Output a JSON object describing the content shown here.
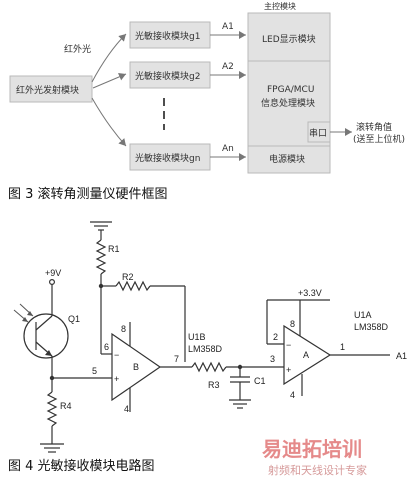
{
  "figure3": {
    "top_label": "主控模块",
    "ir_label": "红外光",
    "emitter": "红外光发射模块",
    "receiver_1": "光敏接收模块g1",
    "receiver_2": "光敏接收模块g2",
    "receiver_n": "光敏接收模块gn",
    "signal_1": "A1",
    "signal_2": "A2",
    "signal_n": "An",
    "led": "LED显示模块",
    "fpga_line1": "FPGA/MCU",
    "fpga_line2": "信息处理模块",
    "serial": "串口",
    "power": "电源模块",
    "output_line1": "滚转角值",
    "output_line2": "(送至上位机)",
    "caption": "图 3 滚转角测量仪硬件框图"
  },
  "figure4": {
    "vcc": "+9V",
    "q1": "Q1",
    "r1": "R1",
    "r2": "R2",
    "r3": "R3",
    "r4": "R4",
    "c1": "C1",
    "u1b": "U1B",
    "u1b_part": "LM358D",
    "u1a": "U1A",
    "u1a_part": "LM358D",
    "supply_33": "+3.3V",
    "opamp_b": "B",
    "opamp_a": "A",
    "output": "A1",
    "pin_8a": "8",
    "pin_4a": "4",
    "pin_6": "6",
    "pin_5": "5",
    "pin_7": "7",
    "pin_8b": "8",
    "pin_4b": "4",
    "pin_2": "2",
    "pin_3": "3",
    "pin_1": "1",
    "minus_b": "−",
    "plus_b": "+",
    "minus_a": "−",
    "plus_a": "+",
    "caption": "图 4 光敏接收模块电路图"
  },
  "watermark": {
    "brand": "易迪拓培训",
    "tagline": "射频和天线设计专家"
  }
}
